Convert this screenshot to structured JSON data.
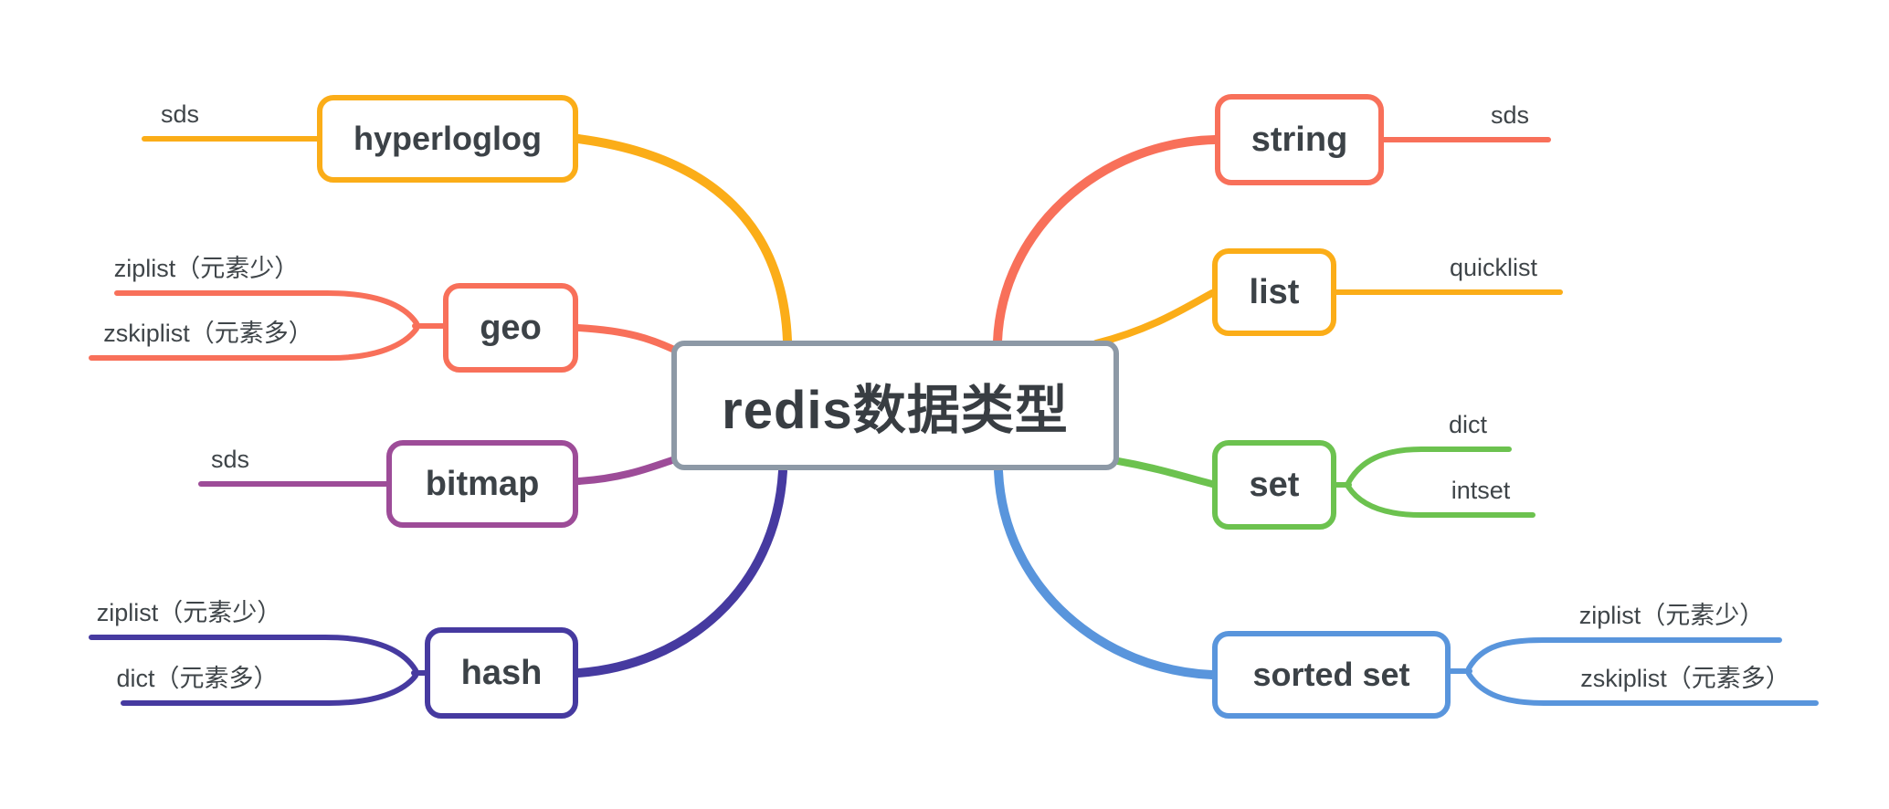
{
  "colors": {
    "yellow": "#FBAD18",
    "salmon": "#F8705A",
    "purple": "#9D4C98",
    "indigo": "#463AA0",
    "green": "#6CC24F",
    "blue": "#5995DC",
    "center_border": "#8D99A6",
    "text": "#3C4247",
    "background": "#FFFFFF"
  },
  "root": {
    "label": "redis数据类型"
  },
  "branches": {
    "hyperloglog": {
      "label": "hyperloglog",
      "color": "#FBAD18",
      "children": [
        {
          "label": "sds"
        }
      ]
    },
    "geo": {
      "label": "geo",
      "color": "#F8705A",
      "children": [
        {
          "label": "ziplist（元素少）"
        },
        {
          "label": "zskiplist（元素多）"
        }
      ]
    },
    "bitmap": {
      "label": "bitmap",
      "color": "#9D4C98",
      "children": [
        {
          "label": "sds"
        }
      ]
    },
    "hash": {
      "label": "hash",
      "color": "#463AA0",
      "children": [
        {
          "label": "ziplist（元素少）"
        },
        {
          "label": "dict（元素多）"
        }
      ]
    },
    "string": {
      "label": "string",
      "color": "#F8705A",
      "children": [
        {
          "label": "sds"
        }
      ]
    },
    "list": {
      "label": "list",
      "color": "#FBAD18",
      "children": [
        {
          "label": "quicklist"
        }
      ]
    },
    "set": {
      "label": "set",
      "color": "#6CC24F",
      "children": [
        {
          "label": "dict"
        },
        {
          "label": "intset"
        }
      ]
    },
    "sorted_set": {
      "label": "sorted set",
      "color": "#5995DC",
      "children": [
        {
          "label": "ziplist（元素少）"
        },
        {
          "label": "zskiplist（元素多）"
        }
      ]
    }
  }
}
